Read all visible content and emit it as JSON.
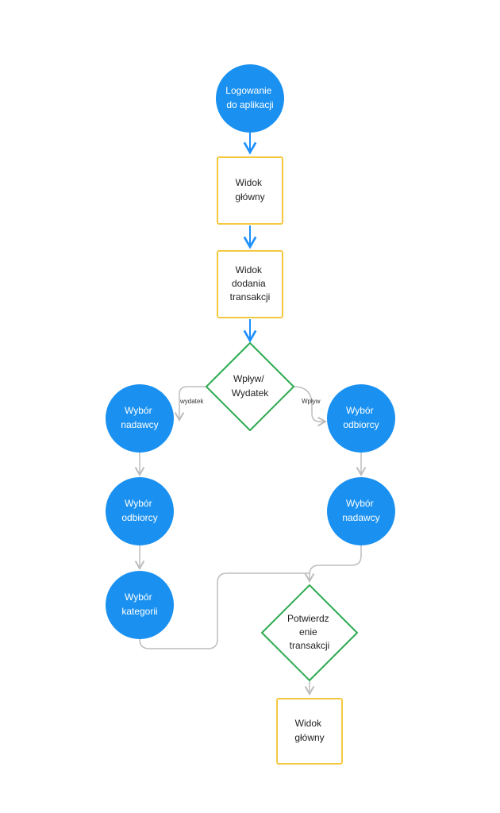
{
  "colors": {
    "circle_fill": "#1a91f0",
    "circle_text": "#ffffff",
    "rect_stroke": "#f5c842",
    "rect_fill": "#ffffff",
    "diamond_stroke": "#2eab52",
    "diamond_fill": "#ffffff",
    "node_text_dark": "#222222",
    "arrow_blue": "#1e90ff",
    "arrow_gray": "#bdbdbd"
  },
  "nodes": {
    "login": {
      "shape": "circle",
      "lines": [
        "Logowanie",
        "do aplikacji"
      ]
    },
    "main_view_1": {
      "shape": "rectangle",
      "lines": [
        "Widok",
        "główny"
      ]
    },
    "add_transaction_view": {
      "shape": "rectangle",
      "lines": [
        "Widok",
        "dodania",
        "transakcji"
      ]
    },
    "income_expense_decision": {
      "shape": "diamond",
      "lines": [
        "Wpływ/",
        "Wydatek"
      ]
    },
    "left_sender": {
      "shape": "circle",
      "lines": [
        "Wybór",
        "nadawcy"
      ]
    },
    "left_recipient": {
      "shape": "circle",
      "lines": [
        "Wybór",
        "odbiorcy"
      ]
    },
    "category": {
      "shape": "circle",
      "lines": [
        "Wybór",
        "kategorii"
      ]
    },
    "right_recipient": {
      "shape": "circle",
      "lines": [
        "Wybór",
        "odbiorcy"
      ]
    },
    "right_sender": {
      "shape": "circle",
      "lines": [
        "Wybór",
        "nadawcy"
      ]
    },
    "confirm_decision": {
      "shape": "diamond",
      "lines": [
        "Potwierdz",
        "enie",
        "transakcji"
      ]
    },
    "main_view_2": {
      "shape": "rectangle",
      "lines": [
        "Widok",
        "główny"
      ]
    }
  },
  "edges": {
    "expense_label": "wydatek",
    "income_label": "Wpływ"
  }
}
